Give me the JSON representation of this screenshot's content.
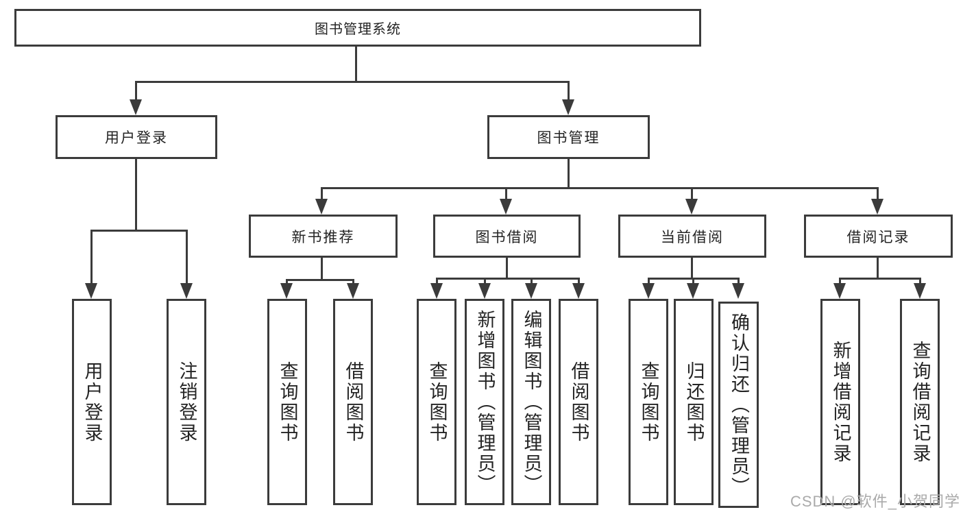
{
  "tree": {
    "root": "图书管理系统",
    "level2": [
      "用户登录",
      "图书管理"
    ],
    "level3": [
      "新书推荐",
      "图书借阅",
      "当前借阅",
      "借阅记录"
    ],
    "leaves": [
      [
        "用户登录",
        "注销登录"
      ],
      [
        "查询图书",
        "借阅图书"
      ],
      [
        "查询图书",
        "新增图书（管理员）",
        "编辑图书（管理员）",
        "借阅图书"
      ],
      [
        "查询图书",
        "归还图书",
        "确认归还（管理员）"
      ],
      [
        "新增借阅记录",
        "查询借阅记录"
      ]
    ]
  },
  "watermark": "CSDN @软件_小贺同学",
  "colors": {
    "line": "#3b3b3b",
    "text": "#242424",
    "watermark": "#aaaaaa",
    "background": "#ffffff"
  }
}
